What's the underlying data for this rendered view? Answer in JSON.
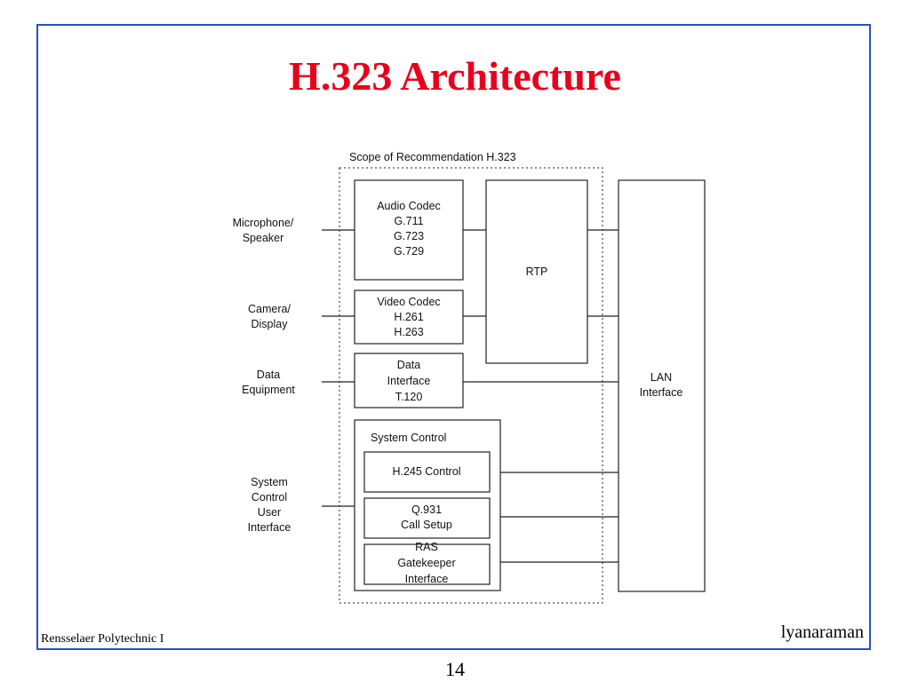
{
  "slide": {
    "title": "H.323 Architecture",
    "footer_left": "Rensselaer Polytechnic I",
    "footer_right": "lyanaraman",
    "page_number": "14"
  },
  "colors": {
    "title": "#e8001c",
    "frame": "#2a52be"
  },
  "diagram": {
    "scope_label": "Scope of Recommendation H.323",
    "inputs": {
      "mic": [
        "Microphone/",
        "Speaker"
      ],
      "camera": [
        "Camera/",
        "Display"
      ],
      "data": [
        "Data",
        "Equipment"
      ],
      "sysui": [
        "System",
        "Control",
        "User",
        "Interface"
      ]
    },
    "blocks": {
      "audio_codec": [
        "Audio Codec",
        "G.711",
        "G.723",
        "G.729"
      ],
      "video_codec": [
        "Video Codec",
        "H.261",
        "H.263"
      ],
      "data_interface": [
        "Data",
        "Interface",
        "T.120"
      ],
      "system_control": "System Control",
      "h245": "H.245 Control",
      "q931": [
        "Q.931",
        "Call Setup"
      ],
      "ras": [
        "RAS",
        "Gatekeeper",
        "Interface"
      ],
      "rtp": "RTP",
      "lan": [
        "LAN",
        "Interface"
      ]
    }
  }
}
